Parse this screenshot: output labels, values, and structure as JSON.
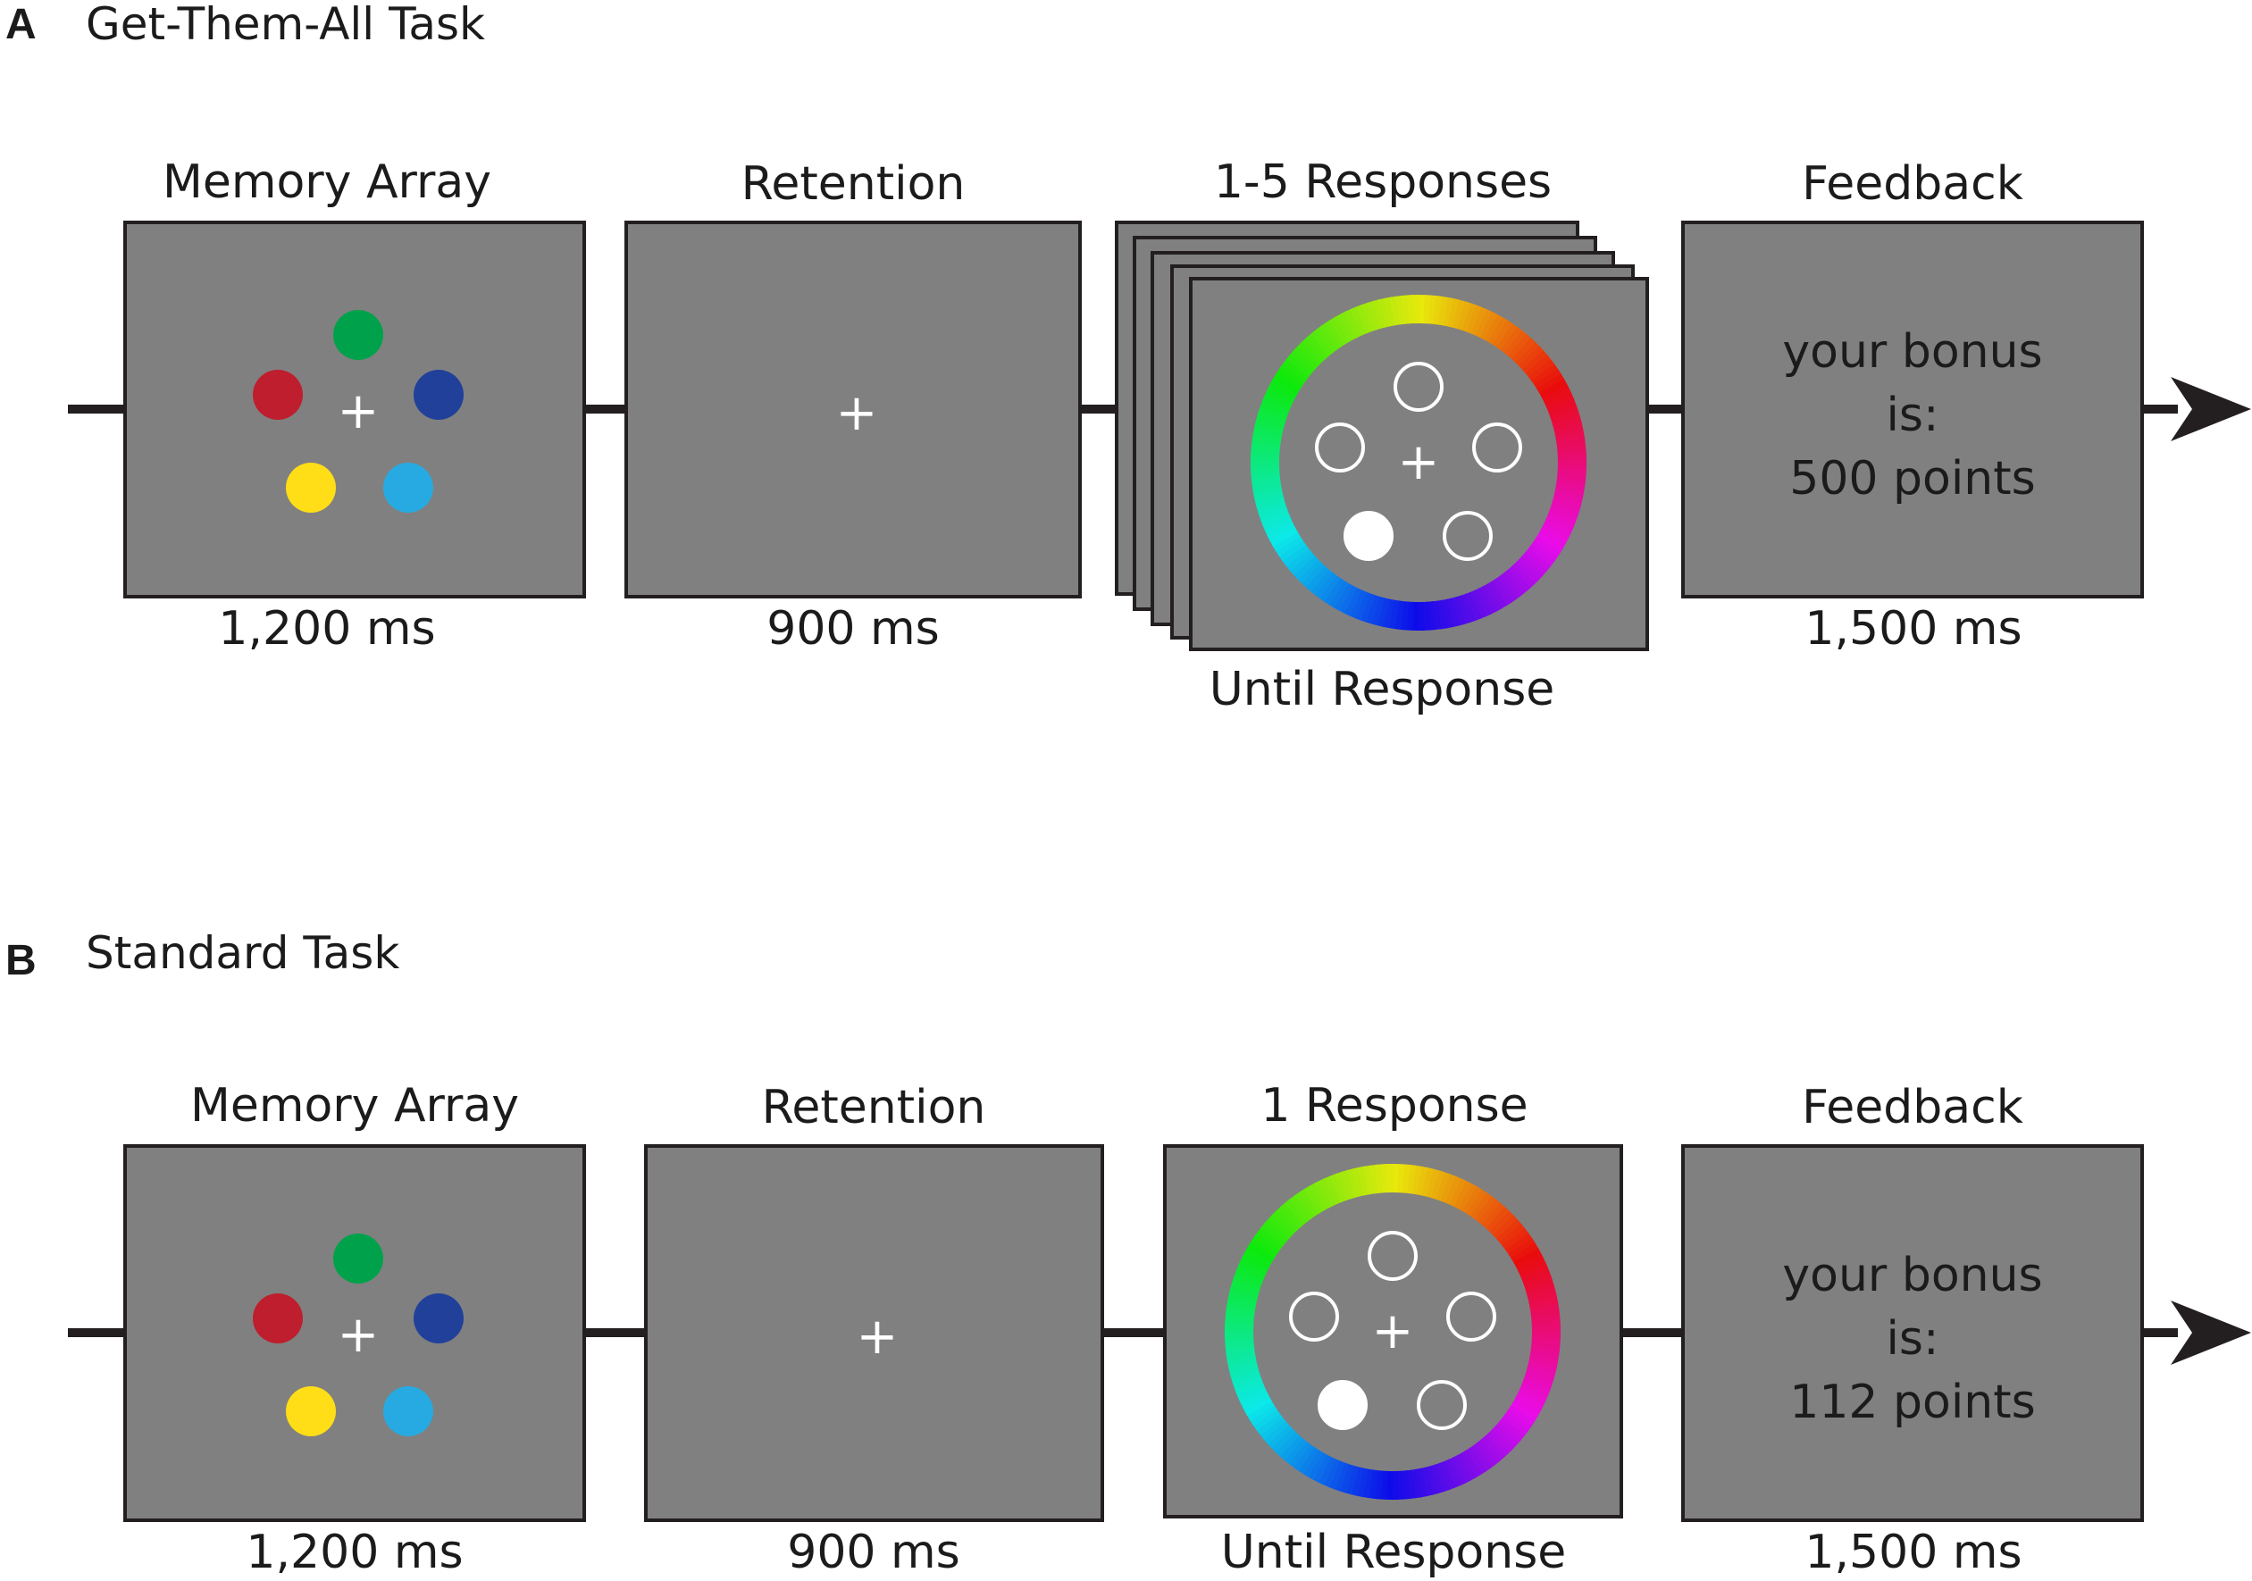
{
  "panel_a": {
    "letter": "A",
    "title": "Get-Them-All Task",
    "stages": [
      {
        "name": "Memory Array",
        "duration": "1,200 ms"
      },
      {
        "name": "Retention",
        "duration": "900 ms"
      },
      {
        "name": "1-5 Responses",
        "duration": "Until Response"
      },
      {
        "name": "Feedback",
        "duration": "1,500 ms"
      }
    ],
    "feedback": {
      "line1": "your bonus",
      "line2": "is:",
      "line3": "500 points"
    }
  },
  "panel_b": {
    "letter": "B",
    "title": "Standard Task",
    "stages": [
      {
        "name": "Memory Array",
        "duration": "1,200 ms"
      },
      {
        "name": "Retention",
        "duration": "900 ms"
      },
      {
        "name": "1 Response",
        "duration": "Until Response"
      },
      {
        "name": "Feedback",
        "duration": "1,500 ms"
      }
    ],
    "feedback": {
      "line1": "your bonus",
      "line2": "is:",
      "line3": "112 points"
    }
  },
  "fixation_symbol": "+",
  "colors": {
    "screen": "#808080",
    "frame": "#231f20",
    "dot_red": "#be1e2d",
    "dot_green": "#00a14b",
    "dot_blue": "#21409a",
    "dot_yellow": "#ffde17",
    "dot_cyan": "#27aae1"
  }
}
